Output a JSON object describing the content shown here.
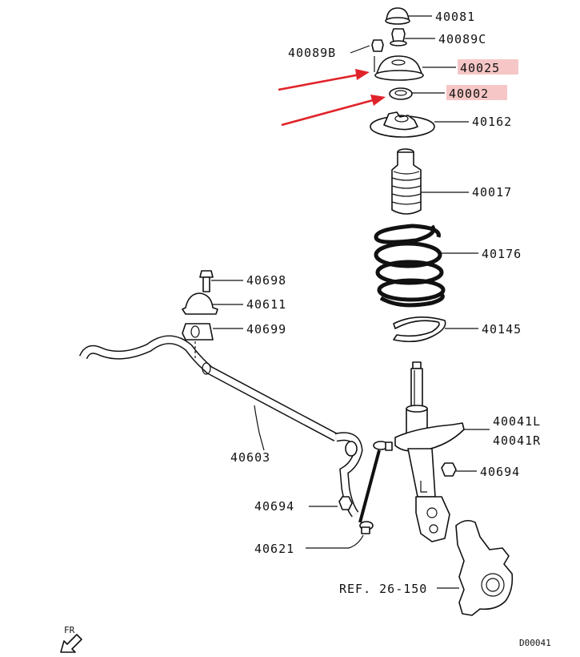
{
  "parts": {
    "top_nut_cap": "40081",
    "flange_nut": "40089C",
    "mount_nut": "40089B",
    "strut_mount": "40025",
    "bearing": "40002",
    "spring_seat": "40162",
    "bump_boot": "40017",
    "coil_spring": "40176",
    "spring_pad": "40145",
    "strut_left": "40041L",
    "strut_right": "40041R",
    "strut_bolt_nut": "40694",
    "stab_bolt": "40698",
    "stab_bracket": "40611",
    "stab_bushing": "40699",
    "stabilizer_bar": "40603",
    "link_nut": "40694",
    "stab_link": "40621",
    "knuckle_ref": "REF. 26-150"
  },
  "footer": {
    "direction": "FR",
    "diagram_code": "D00041"
  },
  "colors": {
    "highlight": "#f6c6c6",
    "arrow": "#e0232a"
  }
}
